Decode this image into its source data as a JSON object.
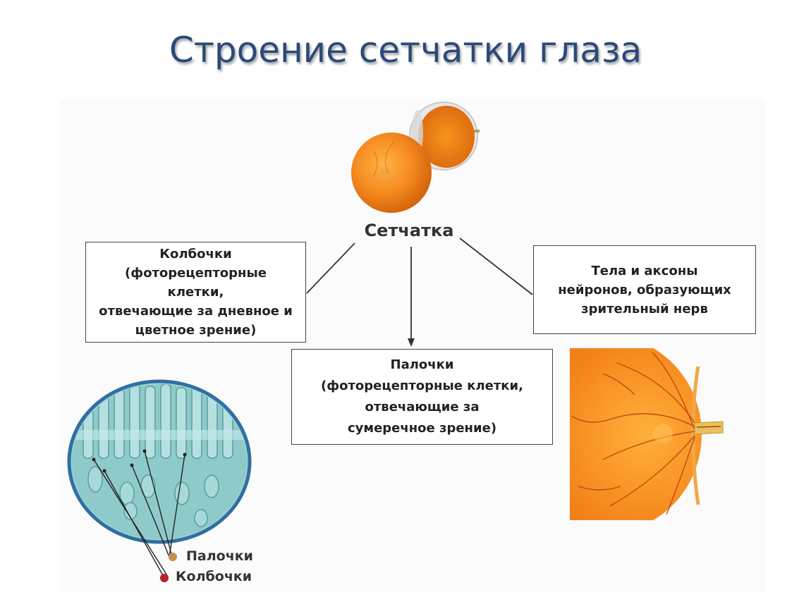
{
  "title": "Строение сетчатки глаза",
  "center_label": "Сетчатка",
  "boxes": {
    "cones": {
      "lines": [
        "Колбочки",
        "(фоторецепторные",
        "клетки,",
        "отвечающие за дневное и",
        "цветное зрение)"
      ]
    },
    "rods": {
      "lines": [
        "Палочки",
        "(фоторецепторные клетки,",
        "отвечающие за",
        "сумеречное зрение)"
      ]
    },
    "neurons": {
      "lines": [
        "Тела и аксоны",
        "нейронов, образующих",
        "зрительный нерв"
      ]
    }
  },
  "legend": {
    "rods": "Палочки",
    "cones": "Колбочки"
  },
  "colors": {
    "title": "#2b4a7a",
    "eye_orange": "#f58a1f",
    "retina_teal": "#7fc4c4"
  }
}
